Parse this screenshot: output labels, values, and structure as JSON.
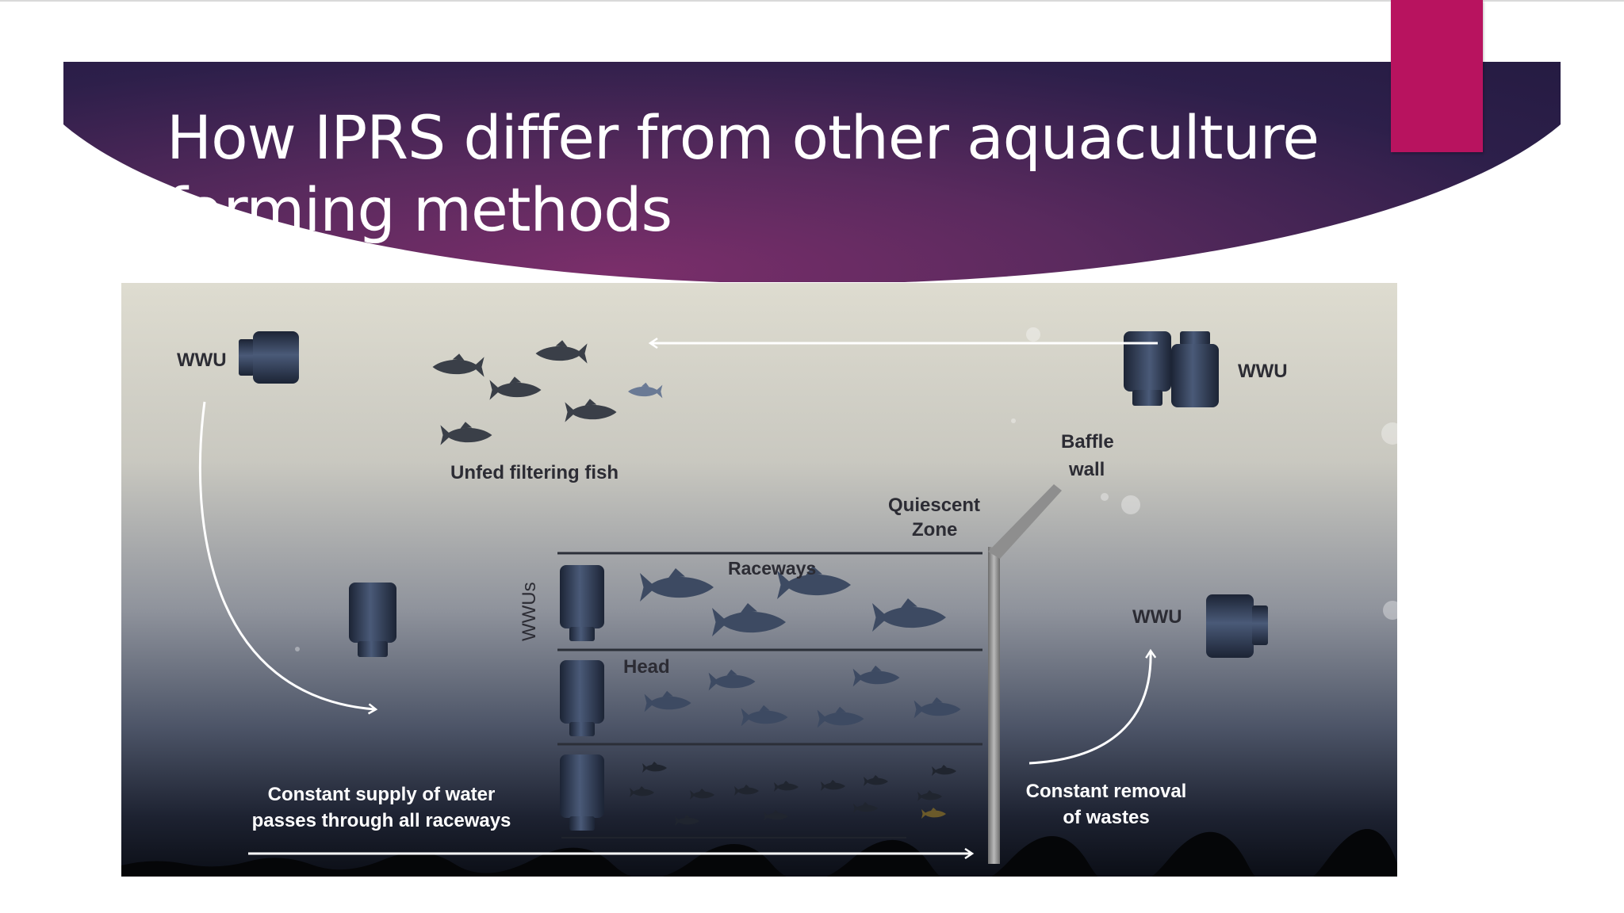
{
  "slide": {
    "title_line1": "How IPRS differ from other aquaculture",
    "title_line2": "farming methods"
  },
  "diagram": {
    "labels": {
      "wwu_top_left": "WWU",
      "wwu_top_right": "WWU",
      "wwu_right": "WWU",
      "wwus_vertical": "WWUs",
      "unfed_fish": "Unfed filtering fish",
      "baffle_line1": "Baffle",
      "baffle_line2": "wall",
      "quiescent_line1": "Quiescent",
      "quiescent_line2": "Zone",
      "raceways": "Raceways",
      "head": "Head",
      "supply_line1": "Constant supply of water",
      "supply_line2": "passes through all raceways",
      "removal_line1": "Constant removal",
      "removal_line2": "of wastes"
    },
    "icons": [
      "wwu-unit-icon",
      "fish-icon",
      "arrow-icon",
      "baffle-wall-icon"
    ],
    "colors": {
      "water_top": "#dcdcd2",
      "water_bottom": "#0c0f18",
      "unit": "#2e3a52",
      "fish": "#3d4a62"
    }
  }
}
